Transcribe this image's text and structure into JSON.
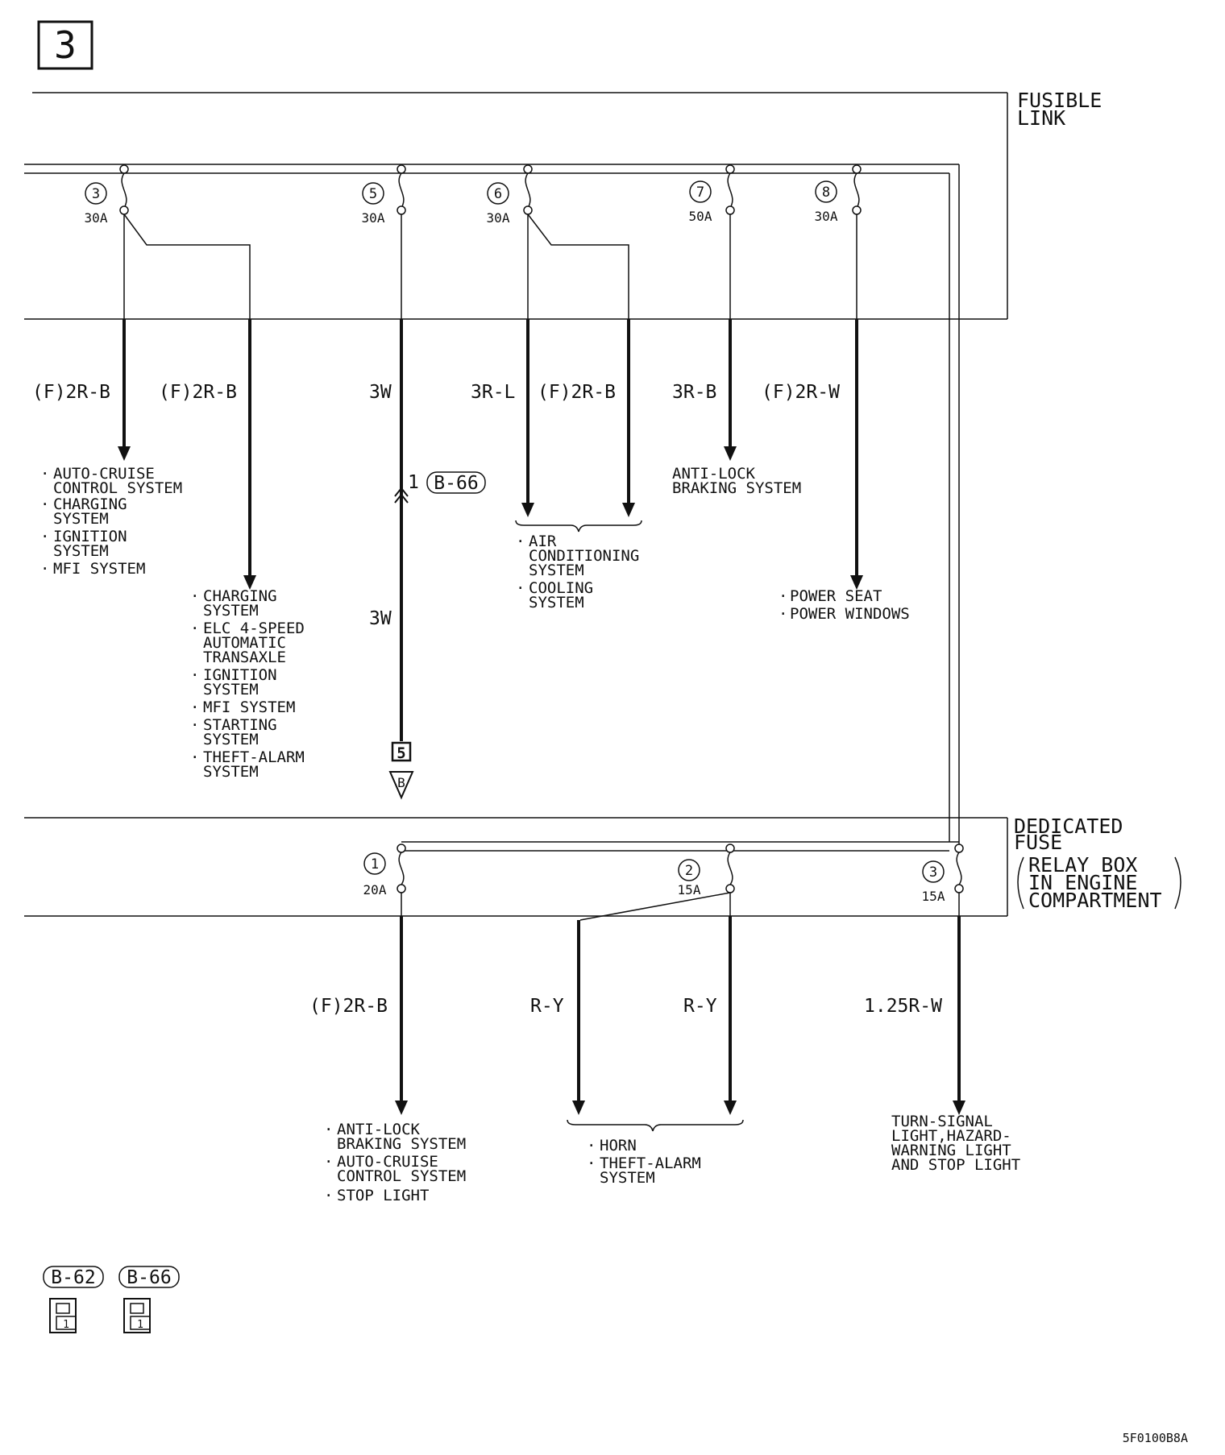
{
  "page_number": "3",
  "fusible_link": {
    "title": [
      "FUSIBLE",
      "LINK"
    ],
    "fuses": [
      {
        "number": "3",
        "rating": "30A"
      },
      {
        "number": "5",
        "rating": "30A"
      },
      {
        "number": "6",
        "rating": "30A"
      },
      {
        "number": "7",
        "rating": "50A"
      },
      {
        "number": "8",
        "rating": "30A"
      }
    ]
  },
  "dedicated_fuse": {
    "title": [
      "DEDICATED",
      "FUSE"
    ],
    "location": [
      "RELAY BOX",
      "IN ENGINE",
      "COMPARTMENT"
    ],
    "fuses": [
      {
        "number": "1",
        "rating": "20A"
      },
      {
        "number": "2",
        "rating": "15A"
      },
      {
        "number": "3",
        "rating": "15A"
      }
    ]
  },
  "wires": {
    "w1": "(F)2R-B",
    "w2": "(F)2R-B",
    "w3": "3W",
    "w3b": "3W",
    "w4": "3R-L",
    "w5": "(F)2R-B",
    "w6": "3R-B",
    "w7": "(F)2R-W",
    "w8": "(F)2R-B",
    "w9": "R-Y",
    "w10": "R-Y",
    "w11": "1.25R-W"
  },
  "connector_pin": "1",
  "connector_ref": "B-66",
  "continue_box": "5",
  "continue_tri": "B",
  "systems": {
    "s1": [
      "AUTO-CRUISE",
      "CONTROL SYSTEM",
      "CHARGING",
      "SYSTEM",
      "IGNITION",
      "SYSTEM",
      "MFI SYSTEM"
    ],
    "s2": [
      "CHARGING",
      "SYSTEM",
      "ELC 4-SPEED",
      "AUTOMATIC",
      "TRANSAXLE",
      "IGNITION",
      "SYSTEM",
      "MFI SYSTEM",
      "STARTING",
      "SYSTEM",
      "THEFT-ALARM",
      "SYSTEM"
    ],
    "s3": [
      "AIR",
      "CONDITIONING",
      "SYSTEM",
      "COOLING",
      "SYSTEM"
    ],
    "s4": [
      "ANTI-LOCK",
      "BRAKING SYSTEM"
    ],
    "s5": [
      "POWER SEAT",
      "POWER WINDOWS"
    ],
    "s6": [
      "ANTI-LOCK",
      "BRAKING SYSTEM",
      "AUTO-CRUISE",
      "CONTROL SYSTEM",
      "STOP LIGHT"
    ],
    "s7": [
      "HORN",
      "THEFT-ALARM",
      "SYSTEM"
    ],
    "s8": [
      "TURN-SIGNAL",
      "LIGHT,HAZARD-",
      "WARNING LIGHT",
      "AND STOP LIGHT"
    ]
  },
  "connectors": [
    {
      "id": "B-62",
      "pin": "1"
    },
    {
      "id": "B-66",
      "pin": "1"
    }
  ],
  "figure_code": "5F0100B8A"
}
